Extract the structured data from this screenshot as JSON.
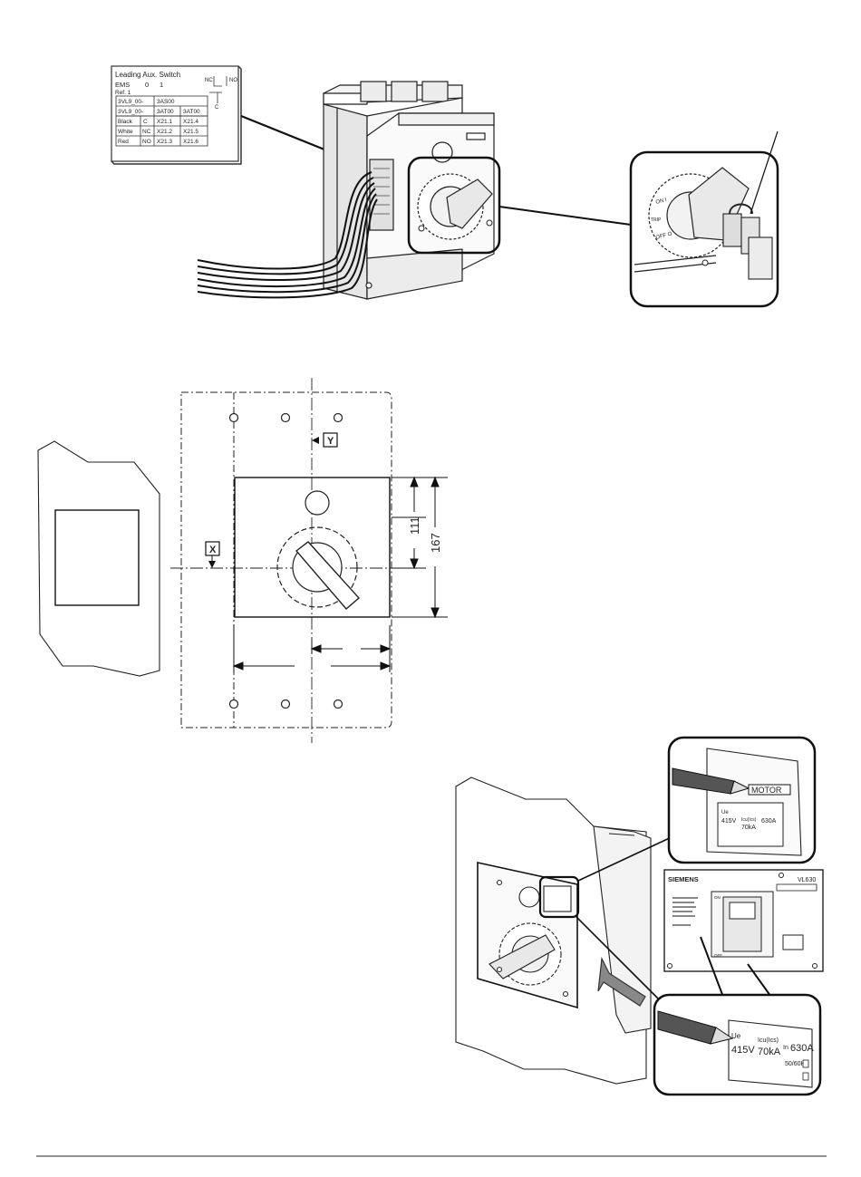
{
  "label": {
    "title": "Leading Aux. Switch",
    "ems_row": [
      "EMS",
      "0",
      "1"
    ],
    "sub_row": "Ref. 1",
    "nc": "NC",
    "no": "NO",
    "c": "C",
    "table": [
      [
        "3VL9_00-",
        "3AS00",
        ""
      ],
      [
        "3VL9_00-",
        "3AT00",
        "3AT00"
      ],
      [
        "Black",
        "C",
        "X21.1",
        "X21.4"
      ],
      [
        "White",
        "NC",
        "X21.2",
        "X21.5"
      ],
      [
        "Red",
        "NO",
        "X21.3",
        "X21.6"
      ]
    ]
  },
  "detail_top": {
    "on": "ON I",
    "off": "OFF O",
    "trip": "TRIP"
  },
  "drawing": {
    "dim_inner": "111",
    "dim_outer": "167",
    "axis_x": "X",
    "axis_y": "Y"
  },
  "nameplate": {
    "motor": "MOTOR",
    "brand": "SIEMENS",
    "model": "VL630",
    "ue_label": "Ue",
    "ue_value": "415V",
    "icu_label": "Icu(Ics)",
    "icu_value": "70kA",
    "in_label": "In",
    "in_value": "630A",
    "freq": "50/60Hz",
    "on": "ON",
    "off": "OFF"
  }
}
